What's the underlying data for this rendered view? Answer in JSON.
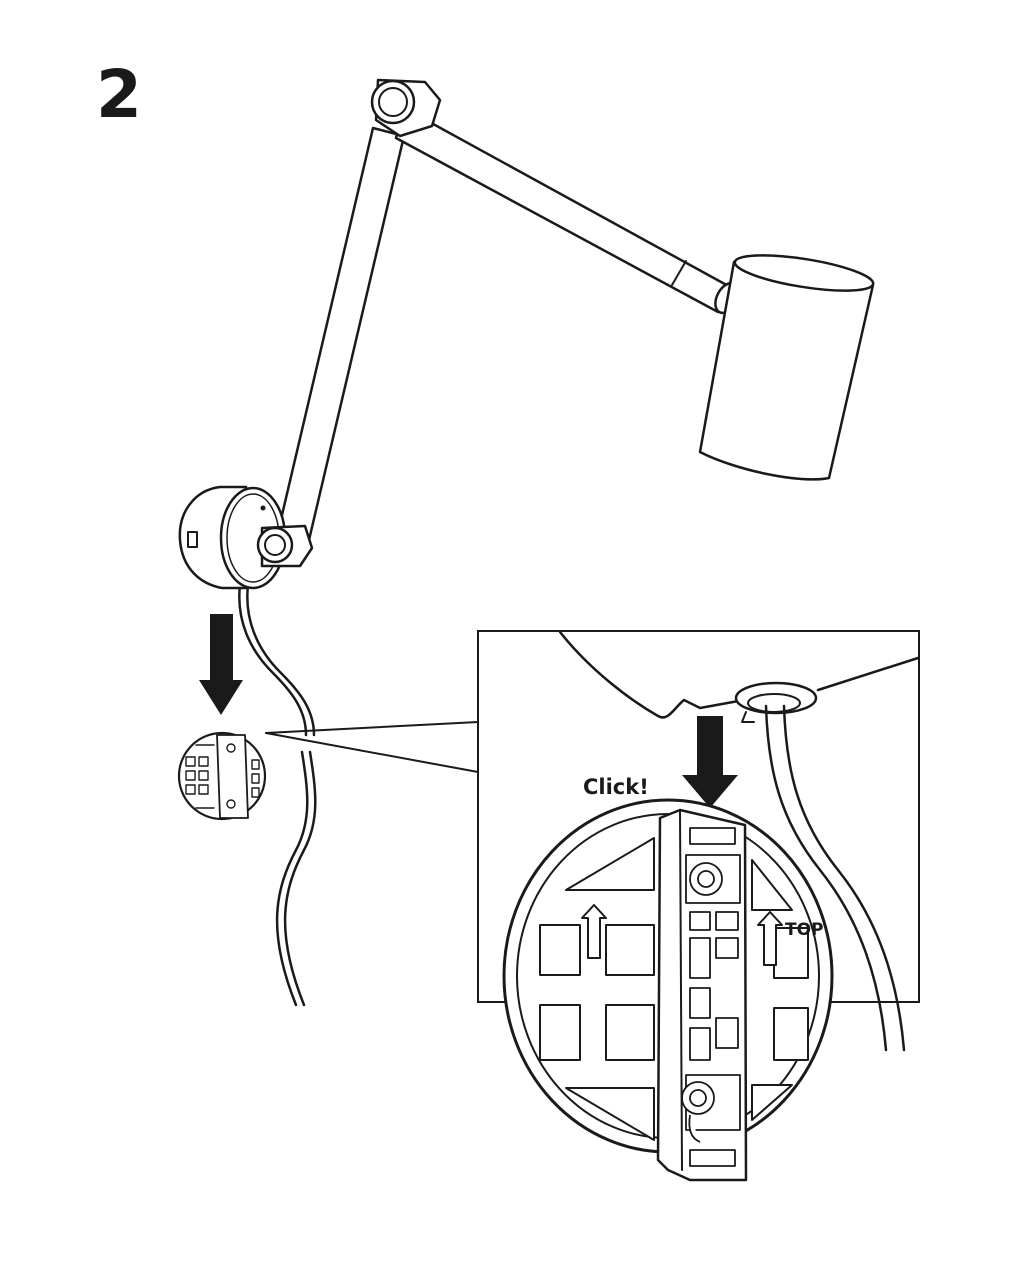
{
  "step": {
    "number": "2"
  },
  "detail": {
    "click_label": "Click!",
    "top_label": "TOP"
  },
  "colors": {
    "ink": "#1a1a1a",
    "paper": "#ffffff"
  },
  "icons": [
    "down-arrow-icon",
    "up-arrow-icon"
  ]
}
